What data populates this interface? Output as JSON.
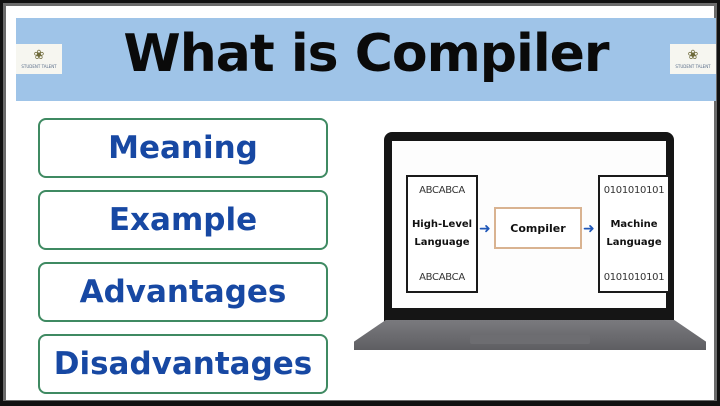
{
  "header": {
    "title": "What is Compiler",
    "logo_left_text": "STUDENT TALENT",
    "logo_right_text": "STUDENT TALENT",
    "logo_icon": "owl-icon",
    "banner_color": "#9fc4e8"
  },
  "topics": [
    {
      "label": "Meaning"
    },
    {
      "label": "Example"
    },
    {
      "label": "Advantages"
    },
    {
      "label": "Disadvantages"
    }
  ],
  "topic_style": {
    "border_color": "#3f8a62",
    "text_color": "#1748a3"
  },
  "diagram": {
    "source": {
      "top_code": "ABCABCA",
      "name_line1": "High-Level",
      "name_line2": "Language",
      "bottom_code": "ABCABCA"
    },
    "arrow_glyph": "➜",
    "processor": {
      "label": "Compiler"
    },
    "target": {
      "top_code": "0101010101",
      "name_line1": "Machine",
      "name_line2": "Language",
      "bottom_code": "0101010101"
    },
    "arrow_color": "#1f57b8"
  }
}
